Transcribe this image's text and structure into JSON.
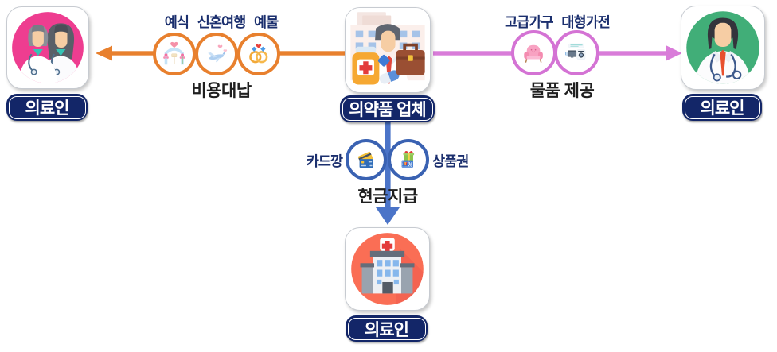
{
  "diagram": {
    "center_node": {
      "label": "의약품 업체",
      "icon": "pharma-company-icon"
    },
    "left_node": {
      "label": "의료인",
      "icon": "couple-doctors-icon"
    },
    "right_node": {
      "label": "의료인",
      "icon": "doctor-icon"
    },
    "bottom_node": {
      "label": "의료인",
      "icon": "hospital-icon"
    },
    "left_flow": {
      "title": "예식 신혼여행 예물",
      "caption": "비용대납",
      "icons": [
        "wedding-venue-icon",
        "honeymoon-airplane-icon",
        "wedding-rings-icon"
      ],
      "arrow_color": "#E8802E",
      "direction": "center-to-left"
    },
    "right_flow": {
      "title": "고급가구 대형가전",
      "caption": "물품 제공",
      "icons": [
        "luxury-sofa-icon",
        "large-appliances-icon"
      ],
      "arrow_color": "#D97CD9",
      "direction": "center-to-right"
    },
    "down_flow": {
      "left_label": "카드깡",
      "right_label": "상품권",
      "caption": "현금지급",
      "icons": [
        "credit-cards-icon",
        "gift-voucher-icon"
      ],
      "arrow_color": "#4B74C8",
      "direction": "center-to-bottom"
    },
    "colors": {
      "badge_navy": "#132668",
      "title_navy": "#1B2F6E",
      "caption_black": "#1F1F1F",
      "orange_ring": "#E8802E",
      "violet_ring": "#D473D4",
      "blue_ring": "#3A62B2",
      "left_circle_pink": "#EE3D90",
      "right_circle_green": "#41AE78",
      "bottom_circle_coral": "#FA6E55"
    }
  }
}
